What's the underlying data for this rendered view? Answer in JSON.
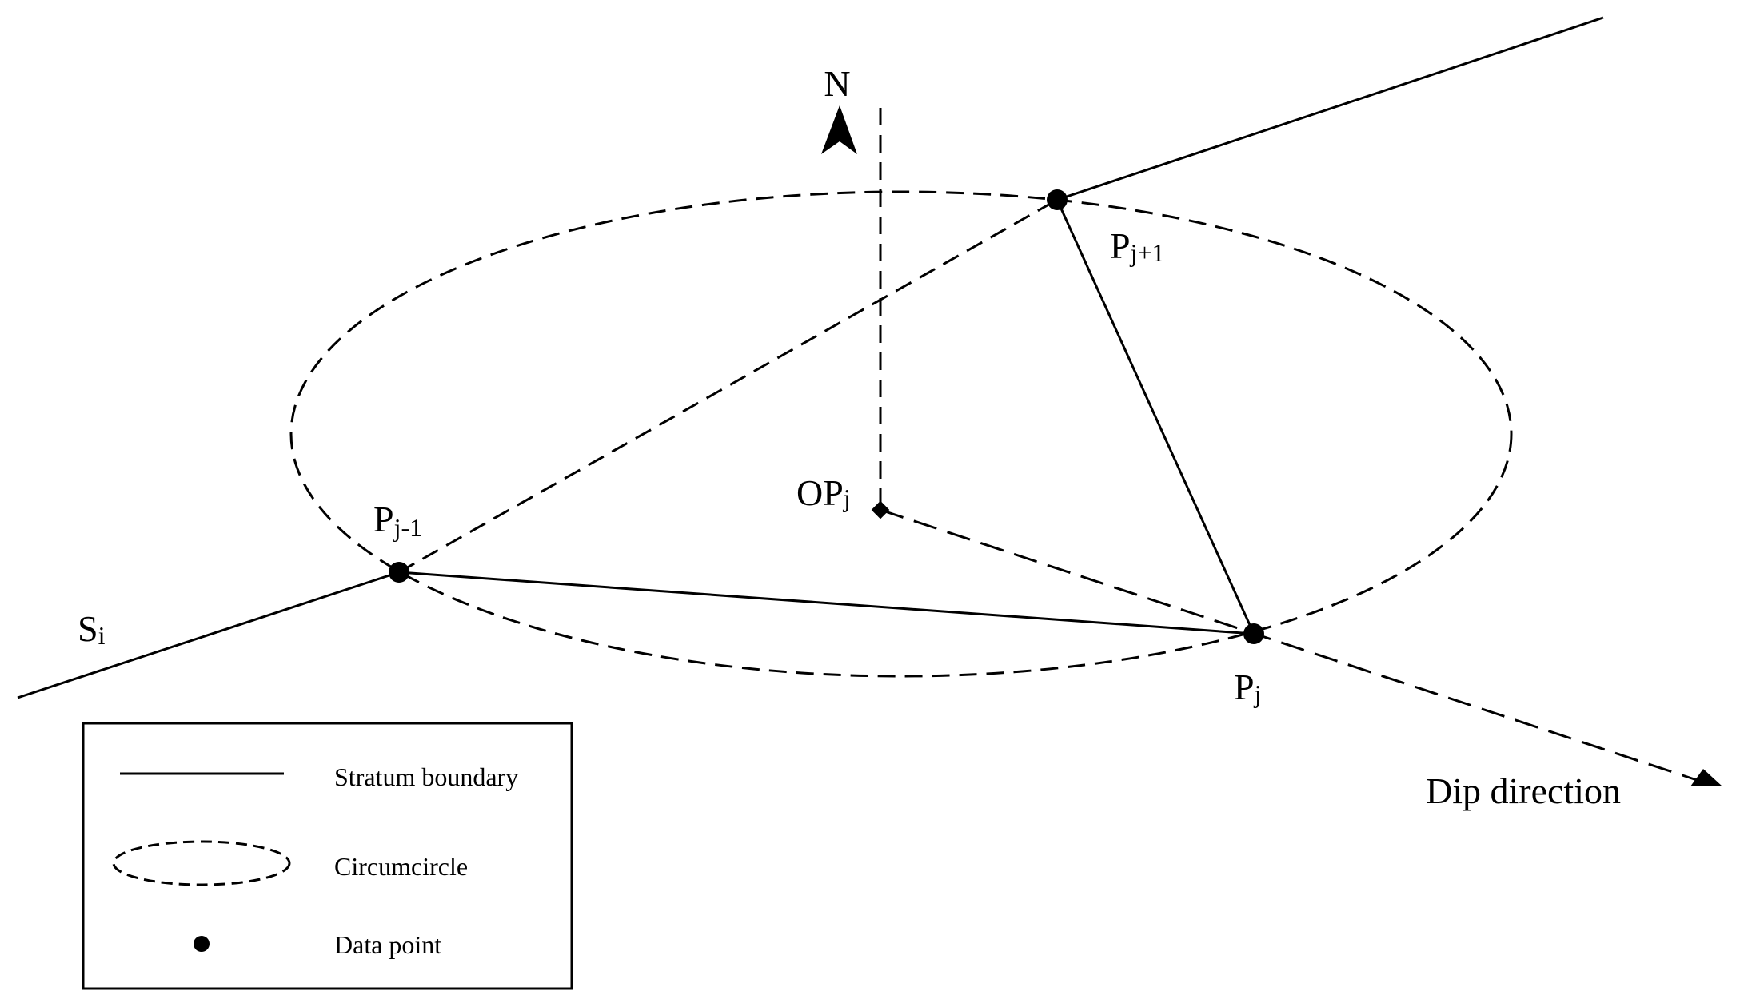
{
  "diagram": {
    "north_label": "N",
    "center_label": {
      "base": "OP",
      "sub": "j"
    },
    "points": [
      {
        "name": "prev",
        "base": "P",
        "sub": "j-1"
      },
      {
        "name": "curr",
        "base": "P",
        "sub": "j"
      },
      {
        "name": "next",
        "base": "P",
        "sub": "j+1"
      }
    ],
    "stratum_label": {
      "base": "S",
      "sub": "i"
    },
    "dip_label": "Dip direction"
  },
  "legend": {
    "items": [
      {
        "symbol": "solid-line",
        "label": "Stratum boundary"
      },
      {
        "symbol": "dashed-ellipse",
        "label": "Circumcircle"
      },
      {
        "symbol": "dot",
        "label": "Data point"
      }
    ]
  }
}
